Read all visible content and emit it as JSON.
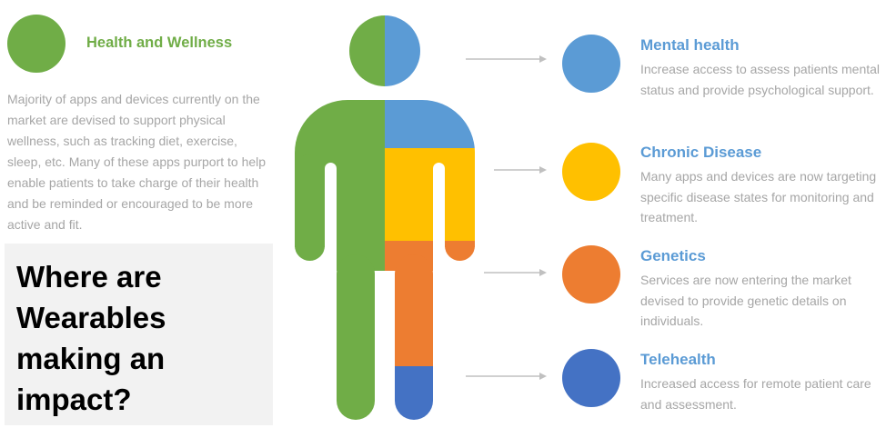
{
  "colors": {
    "green": "#70AD47",
    "light_blue": "#5B9BD5",
    "yellow": "#FFC000",
    "orange": "#ED7D31",
    "dark_blue": "#4472C4"
  },
  "left": {
    "title": "Health and Wellness",
    "description": "Majority of apps and devices currently on the market are devised to support physical wellness, such as tracking diet, exercise, sleep, etc. Many of these apps purport to help enable patients to take charge of their health and be reminded or encouraged to be more active and fit.",
    "headline": "Where are Wearables making an impact?"
  },
  "areas": [
    {
      "title": "Mental health",
      "description": "Increase access to assess patients mental status and provide psychological support."
    },
    {
      "title": "Chronic Disease",
      "description": "Many apps and devices are now targeting specific disease states for monitoring and treatment."
    },
    {
      "title": "Genetics",
      "description": "Services are now entering the market devised to provide genetic details on individuals."
    },
    {
      "title": "Telehealth",
      "description": "Increased access for remote patient care and assessment."
    }
  ]
}
